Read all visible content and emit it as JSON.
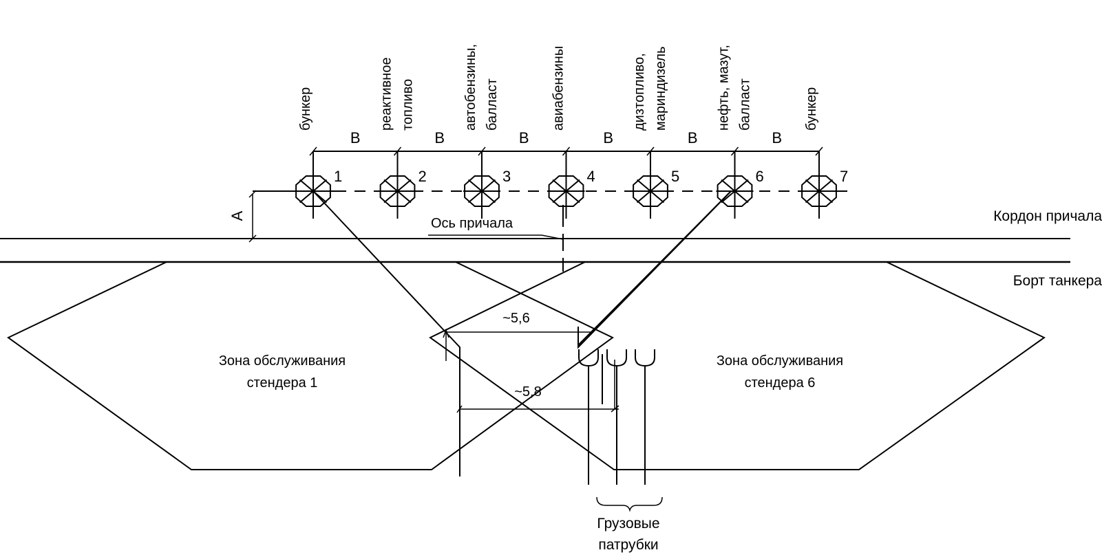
{
  "diagram": {
    "standers": [
      {
        "number": "1",
        "cargo_lines": [
          "бункер"
        ]
      },
      {
        "number": "2",
        "cargo_lines": [
          "реактивное",
          "топливо"
        ]
      },
      {
        "number": "3",
        "cargo_lines": [
          "автобензины,",
          "балласт"
        ]
      },
      {
        "number": "4",
        "cargo_lines": [
          "авиабензины"
        ]
      },
      {
        "number": "5",
        "cargo_lines": [
          "дизтопливо,",
          "мариндизель"
        ]
      },
      {
        "number": "6",
        "cargo_lines": [
          "нефть, мазут,",
          "балласт"
        ]
      },
      {
        "number": "7",
        "cargo_lines": [
          "бункер"
        ]
      }
    ],
    "spacing_label": "B",
    "offset_label": "A",
    "berth_axis_label": "Ось причала",
    "berth_edge_label": "Кордон причала",
    "tanker_side_label": "Борт танкера",
    "zone_1_label": [
      "Зона обслуживания",
      "стендера 1"
    ],
    "zone_6_label": [
      "Зона обслуживания",
      "стендера 6"
    ],
    "dimension_upper": "~5,6",
    "dimension_lower": "~5,8",
    "manifold_label": [
      "Грузовые",
      "патрубки"
    ]
  }
}
